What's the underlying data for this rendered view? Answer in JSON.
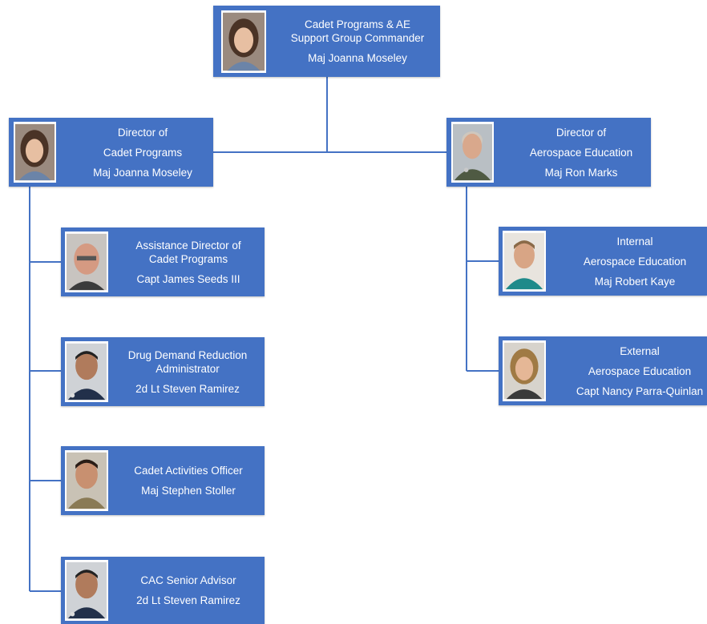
{
  "colors": {
    "box": "#4472c4",
    "line": "#4472c4",
    "text": "#ffffff"
  },
  "chart": {
    "commander": {
      "title_line1": "Cadet Programs & AE",
      "title_line2": "Support Group Commander",
      "name": "Maj Joanna Moseley",
      "photo_icon": "person-photo-woman"
    },
    "director_cp": {
      "title_line1": "Director of",
      "title_line2": "Cadet Programs",
      "name": "Maj Joanna Moseley",
      "photo_icon": "person-photo-woman"
    },
    "director_ae": {
      "title_line1": "Director of",
      "title_line2": "Aerospace Education",
      "name": "Maj Ron Marks",
      "photo_icon": "person-photo-man"
    },
    "asst_director_cp": {
      "title_line1": "Assistance Director of",
      "title_line2": "Cadet Programs",
      "name": "Capt James Seeds III",
      "photo_icon": "person-photo-man"
    },
    "ddr_admin": {
      "title_line1": "Drug Demand Reduction",
      "title_line2": "Administrator",
      "name": "2d Lt Steven Ramirez",
      "photo_icon": "person-photo-man"
    },
    "cadet_activities": {
      "title_line1": "Cadet Activities Officer",
      "name": "Maj Stephen Stoller",
      "photo_icon": "person-photo-man"
    },
    "cac_advisor": {
      "title_line1": "CAC Senior Advisor",
      "name": "2d Lt Steven Ramirez",
      "photo_icon": "person-photo-man"
    },
    "internal_ae": {
      "title_line1": "Internal",
      "title_line2": "Aerospace Education",
      "name": "Maj Robert Kaye",
      "photo_icon": "person-photo-man"
    },
    "external_ae": {
      "title_line1": "External",
      "title_line2": "Aerospace Education",
      "name": "Capt Nancy Parra-Quinlan",
      "photo_icon": "person-photo-woman"
    }
  }
}
